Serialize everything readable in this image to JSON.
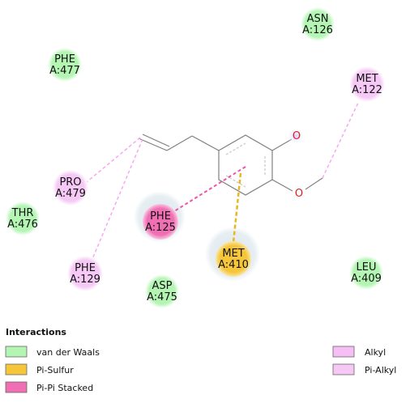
{
  "colors": {
    "van_der_waals": "#b4f5b4",
    "pi_sulfur": "#f5c53a",
    "pi_pi_stacked": "#f06eb4",
    "alkyl": "#f5bef5",
    "pi_alkyl": "#f5c8f5",
    "oxygen": "#e02020",
    "bond": "#808080",
    "aromatic_bond": "#c8c8c8"
  },
  "residues": [
    {
      "id": "asn126",
      "name": "ASN",
      "chain": "A:126",
      "type": "van_der_waals"
    },
    {
      "id": "phe477",
      "name": "PHE",
      "chain": "A:477",
      "type": "van_der_waals"
    },
    {
      "id": "met122",
      "name": "MET",
      "chain": "A:122",
      "type": "alkyl"
    },
    {
      "id": "pro479",
      "name": "PRO",
      "chain": "A:479",
      "type": "alkyl"
    },
    {
      "id": "thr476",
      "name": "THR",
      "chain": "A:476",
      "type": "van_der_waals"
    },
    {
      "id": "phe125",
      "name": "PHE",
      "chain": "A:125",
      "type": "pi_pi_stacked"
    },
    {
      "id": "met410",
      "name": "MET",
      "chain": "A:410",
      "type": "pi_sulfur"
    },
    {
      "id": "leu409",
      "name": "LEU",
      "chain": "A:409",
      "type": "van_der_waals"
    },
    {
      "id": "phe129",
      "name": "PHE",
      "chain": "A:129",
      "type": "pi_alkyl"
    },
    {
      "id": "asp475",
      "name": "ASP",
      "chain": "A:475",
      "type": "van_der_waals"
    }
  ],
  "ligand": {
    "atoms": {
      "hydroxyl": "O",
      "methoxy": "O"
    }
  },
  "legend": {
    "title": "Interactions",
    "items": [
      {
        "key": "van_der_waals",
        "label": "van der Waals"
      },
      {
        "key": "pi_sulfur",
        "label": "Pi-Sulfur"
      },
      {
        "key": "pi_pi_stacked",
        "label": "Pi-Pi Stacked"
      },
      {
        "key": "alkyl",
        "label": "Alkyl"
      },
      {
        "key": "pi_alkyl",
        "label": "Pi-Alkyl"
      }
    ]
  }
}
